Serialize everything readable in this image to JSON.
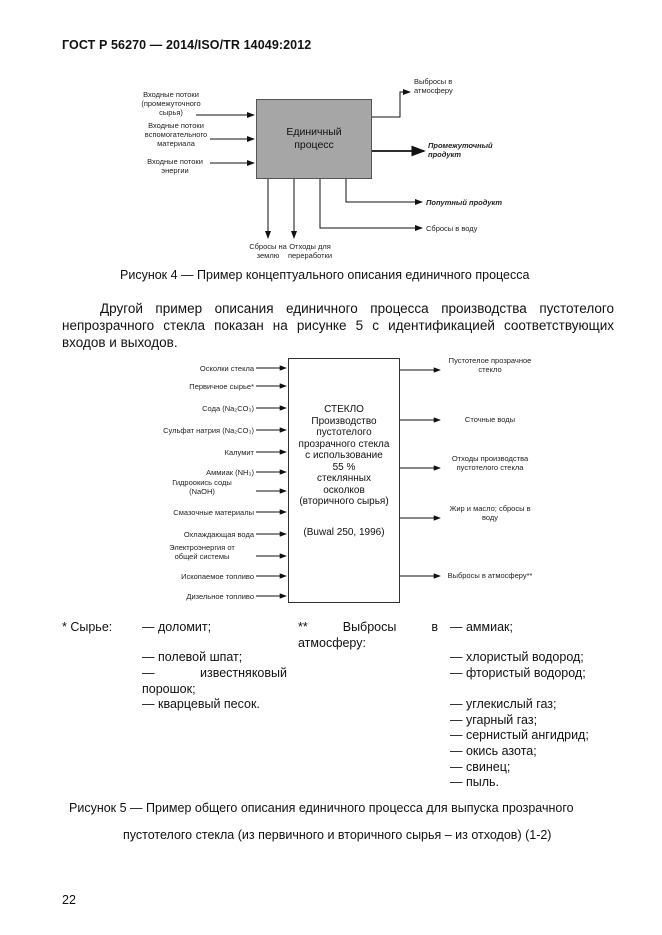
{
  "header": {
    "doc_code": "ГОСТ Р 56270 — 2014/ISO/TR 14049:2012"
  },
  "figure4": {
    "box_text": "Единичный\nпроцесс",
    "inputs": [
      "Входные потоки\n(промежуточного\nсырья)",
      "Входные потоки\nвспомогательного\nматериала",
      "Входные потоки\nэнергии"
    ],
    "out_air": "Выбросы в\nатмосферу",
    "out_intermediate": "Промежуточный\nпродукт",
    "out_byproduct": "Попутный продукт",
    "out_water": "Сбросы в воду",
    "out_ground": "Сбросы на\nземлю",
    "out_waste": "Отходы для\nпереработки",
    "caption": "Рисунок 4 — Пример концептуального описания единичного процесса"
  },
  "paragraph": "Другой пример описания единичного процесса производства пустотелого непрозрачного стекла показан на рисунке 5 с идентификацией соответствующих входов и выходов.",
  "figure5": {
    "box_title": "СТЕКЛО\nПроизводство\nпустотелого\nпрозрачного стекла\nс использование\n55 %\nстеклянных\nосколков\n(вторичного сырья)",
    "box_ref": "(Buwal 250, 1996)",
    "inputs": [
      "Осколки стекла",
      "Первичное сырье*",
      "Сода (Na₂CO₃)",
      "Сульфат натрия (Na₂CO₃)",
      "Калумит",
      "Аммиак (NH₃)",
      "Гидроокись соды\n(NaOH)",
      "Смазочные материалы",
      "Охлаждающая вода",
      "Электроэнергия от\nобщей системы",
      "Ископаемое топливо",
      "Дизельное топливо"
    ],
    "outputs": [
      "Пустотелое прозрачное\nстекло",
      "Сточные воды",
      "Отходы производства\nпустотелого стекла",
      "Жир и масло; сбросы в\nводу",
      "Выбросы в атмосферу**"
    ],
    "caption_line1": "Рисунок 5 — Пример общего описания единичного процесса для выпуска прозрачного",
    "caption_line2": "пустотелого стекла (из первичного и вторичного сырья – из отходов) (1-2)"
  },
  "footnotes": {
    "raw_label": "* Сырье:",
    "raw_items": [
      "— доломит;",
      "— полевой шпат;",
      "— известняковый порошок;",
      "— кварцевый песок."
    ],
    "air_label": "** Выбросы в атмосферу:",
    "air_items": [
      "— аммиак;",
      "— хлористый водород;",
      "— фтористый водород;",
      "— углекислый газ;",
      "— угарный газ;",
      "— сернистый ангидрид;",
      "— окись азота;",
      "— свинец;",
      "— пыль."
    ]
  },
  "page_number": "22"
}
